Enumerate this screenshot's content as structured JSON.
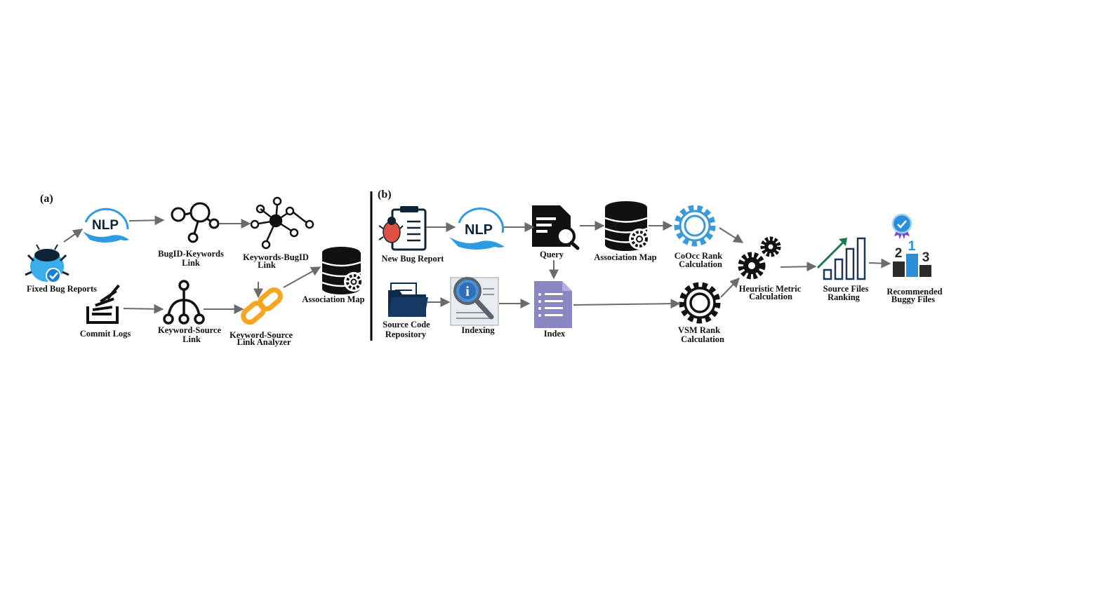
{
  "panels": {
    "a": "(a)",
    "b": "(b)"
  },
  "nodes": {
    "fixed_bug_reports": "Fixed Bug Reports",
    "nlp_a": "NLP",
    "bugid_keywords": [
      "BugID-Keywords",
      "Link"
    ],
    "keywords_bugid": [
      "Keywords-BugID",
      "Link"
    ],
    "commit_logs": "Commit Logs",
    "keyword_source": [
      "Keyword-Source",
      "Link"
    ],
    "keyword_source_analyzer": [
      "Keyword-Source",
      "Link Analyzer"
    ],
    "association_map_a": "Association Map",
    "new_bug_report": "New Bug Report",
    "nlp_b": "NLP",
    "query": "Query",
    "association_map_b": "Association Map",
    "cooc_rank": [
      "CoOcc Rank",
      "Calculation"
    ],
    "source_code_repository": [
      "Source Code",
      "Repository"
    ],
    "indexing": "Indexing",
    "index": "Index",
    "vsm_rank": [
      "VSM Rank",
      "Calculation"
    ],
    "heuristic_metric": [
      "Heuristic Metric",
      "Calculation"
    ],
    "source_files_ranking": [
      "Source Files",
      "Ranking"
    ],
    "recommended_buggy_files": [
      "Recommended",
      "Buggy Files"
    ],
    "podium_ranks": [
      "2",
      "1",
      "3"
    ]
  },
  "colors": {
    "nlp_blue": "#2e9be0",
    "gear_blue": "#3a9ad9",
    "chain_orange": "#f5a623",
    "folder_navy": "#0f2a4a",
    "index_purple": "#8a86c2",
    "ranking_green": "#1a7a4a",
    "ranking_navy": "#1d3557",
    "podium_blue": "#2a8fd8",
    "bug_red": "#e05040",
    "arrow_gray": "#6b6b6b"
  }
}
